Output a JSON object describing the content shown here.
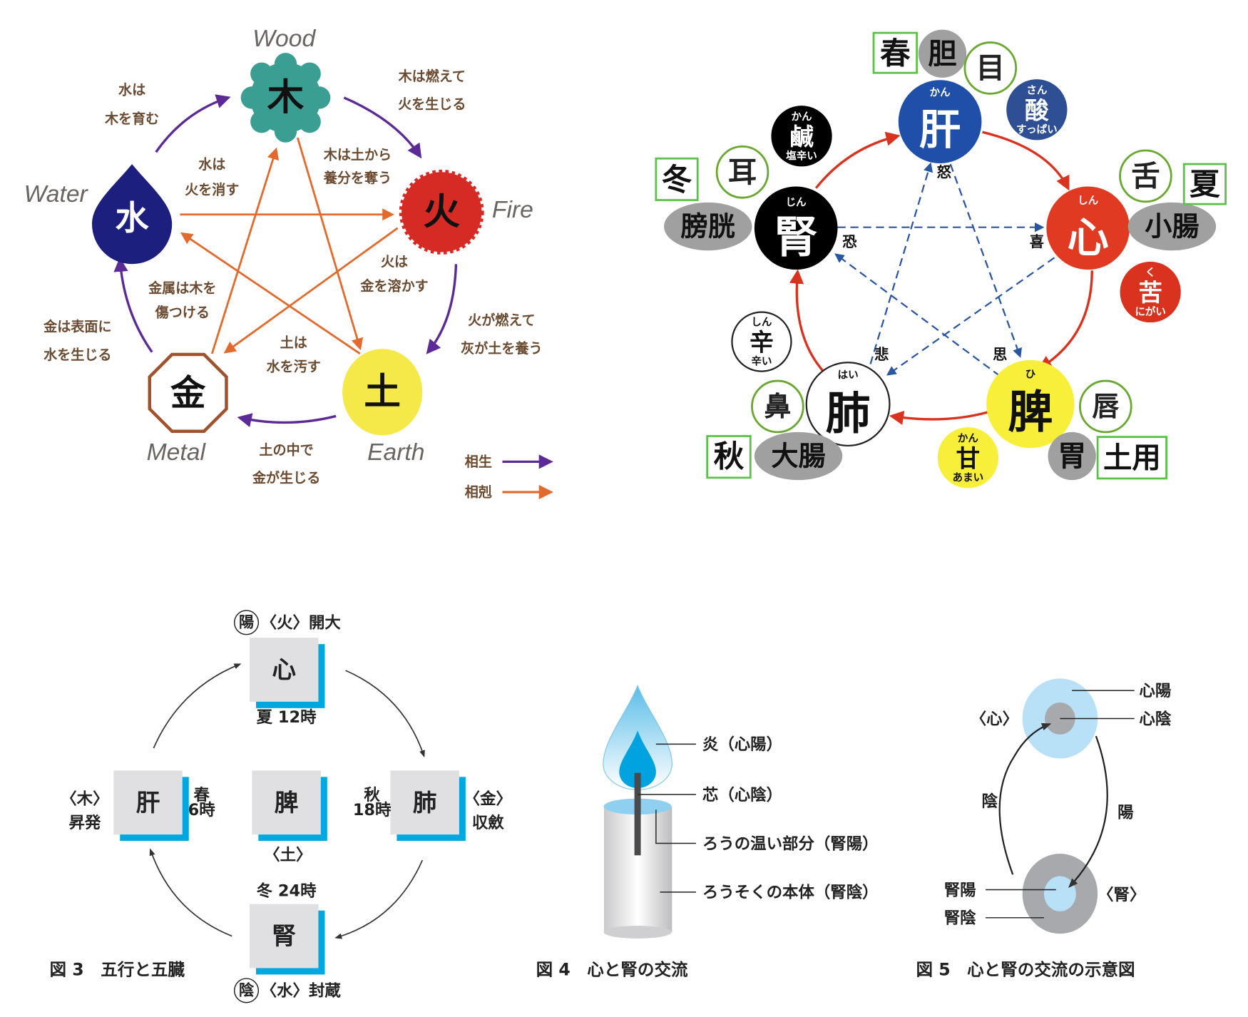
{
  "fig_five_elements": {
    "elements": {
      "wood": {
        "kanji": "木",
        "english": "Wood",
        "color": "#3a9e93"
      },
      "fire": {
        "kanji": "火",
        "english": "Fire",
        "color": "#d62b24"
      },
      "earth": {
        "kanji": "土",
        "english": "Earth",
        "color": "#f5e94a"
      },
      "metal": {
        "kanji": "金",
        "english": "Metal",
        "color": "#a0522d"
      },
      "water": {
        "kanji": "水",
        "english": "Water",
        "color": "#1d1f7e"
      }
    },
    "generating_labels": {
      "water_wood": [
        "水は",
        "木を育む"
      ],
      "wood_fire": [
        "木は燃えて",
        "火を生じる"
      ],
      "fire_earth": [
        "火が燃えて",
        "灰が土を養う"
      ],
      "earth_metal": [
        "土の中で",
        "金が生じる"
      ],
      "metal_water": [
        "金は表面に",
        "水を生じる"
      ]
    },
    "controlling_labels": {
      "water_fire": [
        "水は",
        "火を消す"
      ],
      "wood_earth": [
        "木は土から",
        "養分を奪う"
      ],
      "fire_metal": [
        "火は",
        "金を溶かす"
      ],
      "metal_wood": [
        "金属は木を",
        "傷つける"
      ],
      "earth_water": [
        "土は",
        "水を汚す"
      ]
    },
    "legend": {
      "generating": {
        "label": "相生",
        "color": "#5b2a96"
      },
      "controlling": {
        "label": "相剋",
        "color": "#e26a2c"
      }
    }
  },
  "fig_organs": {
    "organs": {
      "liver": {
        "kanji": "肝",
        "reading": "かん",
        "emotion": "怒",
        "color": "#1f4fa8"
      },
      "heart": {
        "kanji": "心",
        "reading": "しん",
        "emotion": "喜",
        "color": "#e03a22"
      },
      "spleen": {
        "kanji": "脾",
        "reading": "ひ",
        "emotion": "思",
        "color": "#f7ef3a"
      },
      "lung": {
        "kanji": "肺",
        "reading": "はい",
        "emotion": "悲",
        "color": "#ffffff"
      },
      "kidney": {
        "kanji": "腎",
        "reading": "じん",
        "emotion": "恐",
        "color": "#000000"
      }
    },
    "seasons": {
      "liver": "春",
      "heart": "夏",
      "spleen": "土用",
      "lung": "秋",
      "kidney": "冬"
    },
    "bowels": {
      "liver": "胆",
      "heart": "小腸",
      "spleen": "胃",
      "lung": "大腸",
      "kidney": "膀胱"
    },
    "senses": {
      "liver": "目",
      "heart": "舌",
      "spleen": "唇",
      "lung": "鼻",
      "kidney": "耳"
    },
    "tastes": {
      "sour": {
        "kanji": "酸",
        "reading": "さん",
        "meaning": "すっぱい",
        "color": "#2e4f94"
      },
      "bitter": {
        "kanji": "苦",
        "reading": "く",
        "meaning": "にがい",
        "color": "#d9321f"
      },
      "salty": {
        "kanji": "鹹",
        "reading": "かん",
        "meaning": "塩辛い",
        "color": "#000000"
      },
      "pungent": {
        "kanji": "辛",
        "reading": "しん",
        "meaning": "辛い",
        "color": "#ffffff"
      },
      "sweet": {
        "kanji": "甘",
        "reading": "かん",
        "meaning": "あまい",
        "color": "#f7ef3a"
      }
    },
    "colors": {
      "cycle_arrow": "#d9321f",
      "control_arrow": "#2a55a0",
      "season_box": "#5cc24a",
      "sense_ring": "#6aa832",
      "bowel_fill": "#a0a0a0"
    }
  },
  "fig3": {
    "caption": "図 3　五行と五臓",
    "boxes": {
      "heart": "心",
      "liver": "肝",
      "spleen": "脾",
      "lung": "肺",
      "kidney": "腎"
    },
    "top": {
      "yin_yang": "陽",
      "label": "〈火〉開大",
      "time": "夏 12時"
    },
    "bottom": {
      "yin_yang": "陰",
      "label": "〈水〉封蔵",
      "time": "冬 24時"
    },
    "left": {
      "element": "〈木〉",
      "action": "昇発",
      "season": "春",
      "time": "6時"
    },
    "right": {
      "element": "〈金〉",
      "action": "収斂",
      "season": "秋",
      "time": "18時"
    },
    "center": {
      "element": "〈土〉"
    },
    "colors": {
      "box": "#e0e0e2",
      "shadow": "#00a8e0"
    }
  },
  "fig4": {
    "caption": "図 4　心と腎の交流",
    "labels": [
      "炎（心陽）",
      "芯（心陰）",
      "ろうの温い部分（腎陽）",
      "ろうそくの本体（腎陰）"
    ]
  },
  "fig5": {
    "caption": "図 5　心と腎の交流の示意図",
    "heart": "〈心〉",
    "kidney": "〈腎〉",
    "heart_yang": "心陽",
    "heart_yin": "心陰",
    "kidney_yang": "腎陽",
    "kidney_yin": "腎陰",
    "yin_arrow": "陰",
    "yang_arrow": "陽"
  }
}
